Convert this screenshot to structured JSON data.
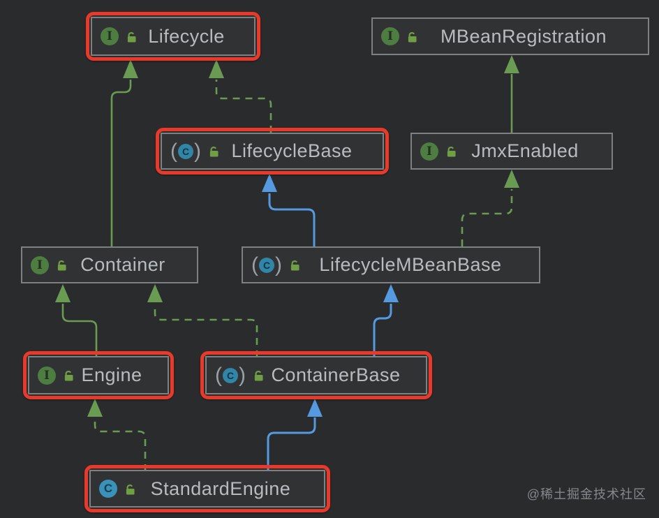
{
  "watermark": "@稀土掘金技术社区",
  "colors": {
    "bg": "#2a2b2d",
    "node-bg": "#303234",
    "node-border": "#7e8183",
    "text": "#b9bcbf",
    "red": "#e8392b",
    "green": "#699c52",
    "blue": "#559ae0",
    "watermark": "#85888c"
  },
  "icons": {
    "interface_letter": "I",
    "class_letter": "C",
    "abstract_paren_open": "(",
    "abstract_paren_close": ")"
  },
  "diagram": {
    "nodes": [
      {
        "id": "lifecycle",
        "label": "Lifecycle",
        "kind": "interface",
        "highlighted": true
      },
      {
        "id": "mbeanRegistration",
        "label": "MBeanRegistration",
        "kind": "interface",
        "highlighted": false
      },
      {
        "id": "lifecycleBase",
        "label": "LifecycleBase",
        "kind": "abstract-class",
        "highlighted": true
      },
      {
        "id": "jmxEnabled",
        "label": "JmxEnabled",
        "kind": "interface",
        "highlighted": false
      },
      {
        "id": "container",
        "label": "Container",
        "kind": "interface",
        "highlighted": false
      },
      {
        "id": "lifecycleMBeanBase",
        "label": "LifecycleMBeanBase",
        "kind": "abstract-class",
        "highlighted": false
      },
      {
        "id": "engine",
        "label": "Engine",
        "kind": "interface",
        "highlighted": true
      },
      {
        "id": "containerBase",
        "label": "ContainerBase",
        "kind": "abstract-class",
        "highlighted": true
      },
      {
        "id": "standardEngine",
        "label": "StandardEngine",
        "kind": "class",
        "highlighted": true
      }
    ],
    "edges": [
      {
        "from": "container",
        "to": "lifecycle",
        "relation": "extends",
        "style": "solid",
        "color": "green"
      },
      {
        "from": "lifecycleBase",
        "to": "lifecycle",
        "relation": "implements",
        "style": "dashed",
        "color": "green"
      },
      {
        "from": "jmxEnabled",
        "to": "mbeanRegistration",
        "relation": "extends",
        "style": "solid",
        "color": "green"
      },
      {
        "from": "lifecycleMBeanBase",
        "to": "lifecycleBase",
        "relation": "extends",
        "style": "solid",
        "color": "blue"
      },
      {
        "from": "lifecycleMBeanBase",
        "to": "jmxEnabled",
        "relation": "implements",
        "style": "dashed",
        "color": "green"
      },
      {
        "from": "engine",
        "to": "container",
        "relation": "extends",
        "style": "solid",
        "color": "green"
      },
      {
        "from": "containerBase",
        "to": "container",
        "relation": "implements",
        "style": "dashed",
        "color": "green"
      },
      {
        "from": "containerBase",
        "to": "lifecycleMBeanBase",
        "relation": "extends",
        "style": "solid",
        "color": "blue"
      },
      {
        "from": "standardEngine",
        "to": "engine",
        "relation": "implements",
        "style": "dashed",
        "color": "green"
      },
      {
        "from": "standardEngine",
        "to": "containerBase",
        "relation": "extends",
        "style": "solid",
        "color": "blue"
      }
    ]
  }
}
